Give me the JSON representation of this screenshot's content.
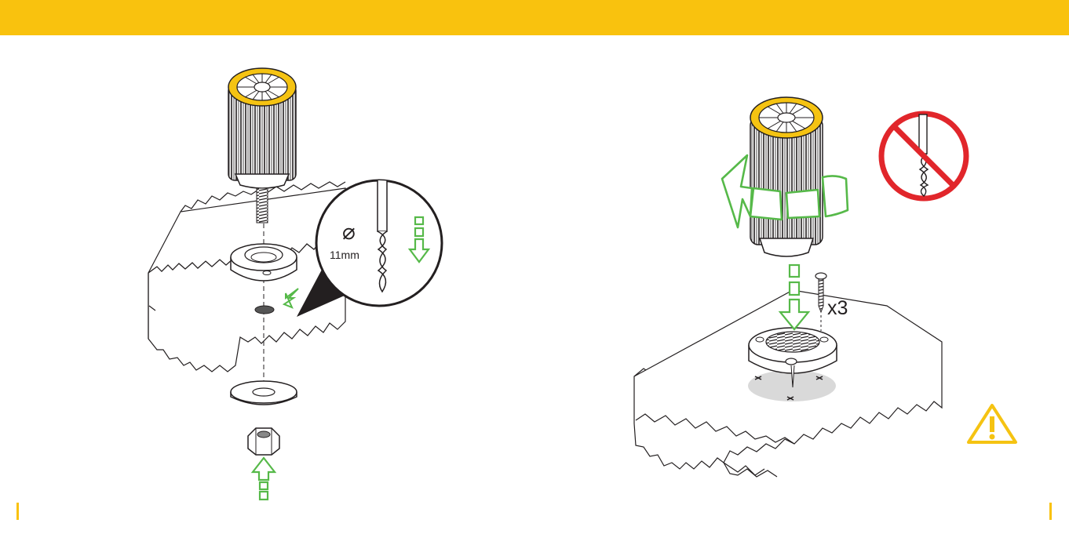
{
  "colors": {
    "band": "#F9C20E",
    "gold": "#F5C312",
    "green": "#56B949",
    "red": "#E1262B",
    "warning": "#F5C312",
    "ink": "#231F20",
    "shadow": "#d9d9d9"
  },
  "left_panel": {
    "drill_diameter_symbol": "⌀",
    "drill_size": "11mm"
  },
  "right_panel": {
    "screw_count": "x3"
  },
  "icons": [
    "drill-bit-icon",
    "no-drilling-icon",
    "warning-icon",
    "arrow-icons"
  ]
}
